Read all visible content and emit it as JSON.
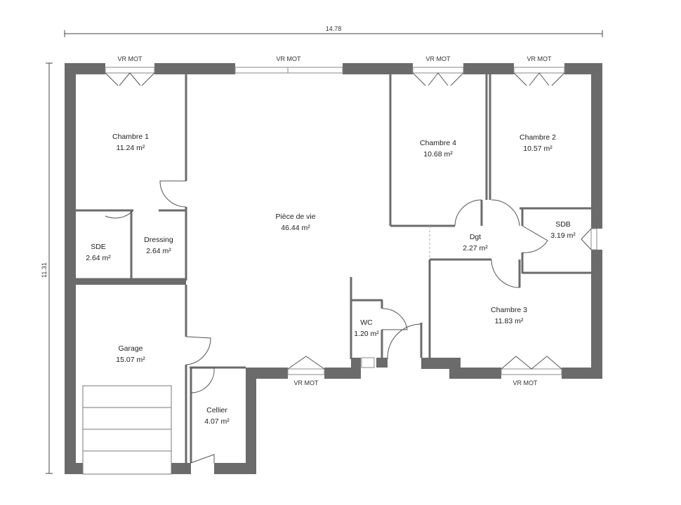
{
  "dimensions": {
    "width_label": "14.78",
    "height_label": "11.31"
  },
  "rooms": {
    "chambre1": {
      "name": "Chambre 1",
      "area": "11.24 m²"
    },
    "sde": {
      "name": "SDE",
      "area": "2.64 m²"
    },
    "dressing": {
      "name": "Dressing",
      "area": "2.64 m²"
    },
    "garage": {
      "name": "Garage",
      "area": "15.07 m²"
    },
    "cellier": {
      "name": "Cellier",
      "area": "4.07 m²"
    },
    "piece_de_vie": {
      "name": "Pièce de vie",
      "area": "46.44 m²"
    },
    "wc": {
      "name": "WC",
      "area": "1.20 m²"
    },
    "chambre4": {
      "name": "Chambre 4",
      "area": "10.68 m²"
    },
    "chambre2": {
      "name": "Chambre 2",
      "area": "10.57 m²"
    },
    "dgt": {
      "name": "Dgt",
      "area": "2.27 m²"
    },
    "sdb": {
      "name": "SDB",
      "area": "3.19 m²"
    },
    "chambre3": {
      "name": "Chambre 3",
      "area": "11.83 m²"
    }
  },
  "windows": {
    "w1": "VR MOT",
    "w2": "VR MOT",
    "w3": "VR MOT",
    "w4": "VR MOT",
    "w5": "VR MOT",
    "w6": "VR MOT"
  },
  "colors": {
    "wall": "#6b6b6b",
    "background": "#ffffff"
  }
}
